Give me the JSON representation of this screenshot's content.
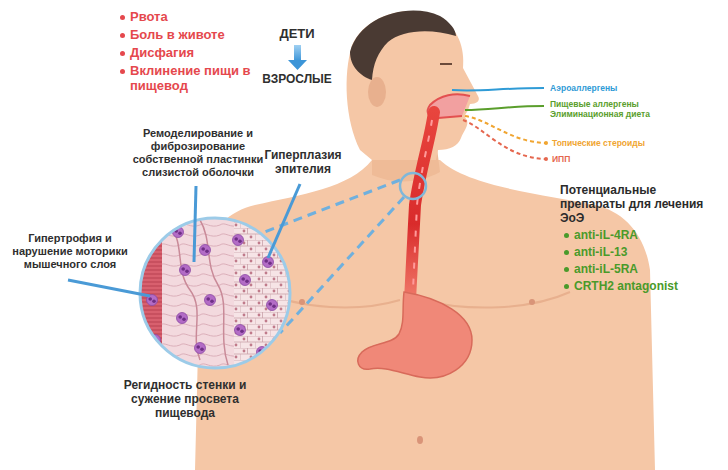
{
  "diagram": {
    "labels": [
      "Рвота",
      "Боль в животе",
      "Дисфагия",
      "Вклинение пищи в пищевод",
      "ДЕТИ",
      "ВЗРОСЛЫЕ",
      "Ремоделирование и фиброзирование собственной пластинки слизистой оболочки",
      "Гиперплазия эпителия",
      "Гипертрофия и нарушение моторики мышечного слоя",
      "Регидность стенки и сужение просвета пищевода",
      "Аэроаллергены",
      "Пищевые аллергены",
      "Элиминационная диета",
      "Топические стероиды",
      "ИПП",
      "Потенциальные препараты для лечения ЭоЭ",
      "anti-iL-4RA",
      "anti-iL-13",
      "anti-iL-5RA",
      "CRTH2 antagonist"
    ]
  }
}
